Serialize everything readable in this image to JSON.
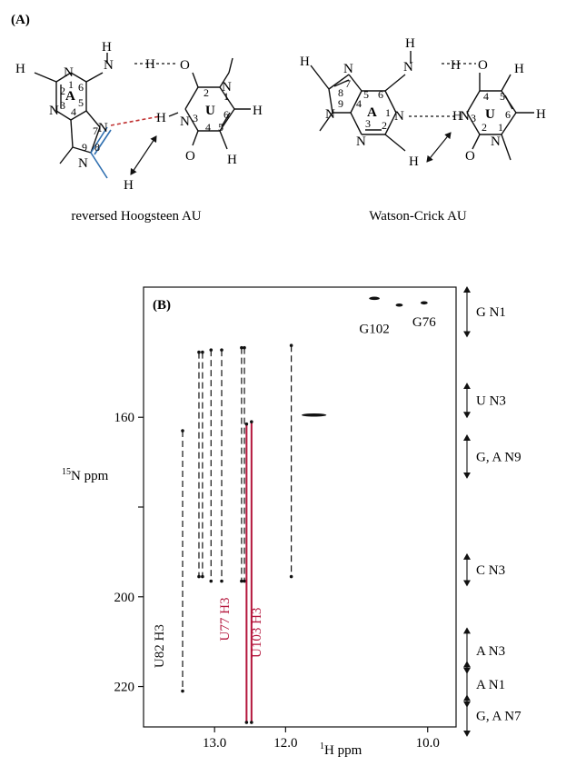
{
  "panel_a": {
    "label": "(A)",
    "left_caption": "reversed Hoogsteen AU",
    "right_caption": "Watson-Crick AU",
    "atoms": {
      "H": "H",
      "N": "N",
      "O": "O",
      "A": "A",
      "U": "U",
      "n1": "1",
      "n2": "2",
      "n3": "3",
      "n4": "4",
      "n5": "5",
      "n6": "6",
      "n7": "7",
      "n8": "8",
      "n9": "9"
    }
  },
  "chart_data": {
    "type": "scatter",
    "panel_label": "(B)",
    "xlabel_sup": "1",
    "xlabel": "H ppm",
    "ylabel_sup": "15",
    "ylabel": "N ppm",
    "xlim": [
      14.0,
      9.6
    ],
    "ylim": [
      229,
      131
    ],
    "xticks": [
      13.0,
      12.0,
      10.0
    ],
    "xtick_labels": [
      "13.0",
      "12.0",
      "10.0"
    ],
    "yticks": [
      160,
      180,
      200,
      220
    ],
    "ytick_labels": [
      "160",
      "",
      "200",
      "220"
    ],
    "peaks": [
      {
        "x": 11.6,
        "y": 159.5,
        "w": 0.35
      },
      {
        "x": 10.75,
        "y": 133.5,
        "w": 0.15
      },
      {
        "x": 10.4,
        "y": 135.0,
        "w": 0.1
      },
      {
        "x": 10.05,
        "y": 134.5,
        "w": 0.1
      }
    ],
    "connectors": [
      {
        "x": 13.45,
        "y1": 163.0,
        "y2": 221.0,
        "color": "#111111",
        "style": "dashed"
      },
      {
        "x": 13.22,
        "y1": 145.5,
        "y2": 195.5,
        "color": "#111111",
        "style": "dashed"
      },
      {
        "x": 13.17,
        "y1": 145.5,
        "y2": 195.5,
        "color": "#111111",
        "style": "dashed"
      },
      {
        "x": 13.05,
        "y1": 145.0,
        "y2": 196.5,
        "color": "#111111",
        "style": "dashed"
      },
      {
        "x": 12.9,
        "y1": 145.0,
        "y2": 196.5,
        "color": "#111111",
        "style": "dashed"
      },
      {
        "x": 12.62,
        "y1": 144.5,
        "y2": 196.5,
        "color": "#111111",
        "style": "dashed"
      },
      {
        "x": 12.58,
        "y1": 144.5,
        "y2": 196.5,
        "color": "#111111",
        "style": "dashed"
      },
      {
        "x": 11.92,
        "y1": 144.0,
        "y2": 195.5,
        "color": "#111111",
        "style": "dashed"
      },
      {
        "x": 12.55,
        "y1": 161.5,
        "y2": 228.0,
        "color": "#b4163c",
        "style": "solid"
      },
      {
        "x": 12.48,
        "y1": 161.0,
        "y2": 228.0,
        "color": "#b4163c",
        "style": "solid"
      }
    ],
    "peak_labels": [
      {
        "text": "G102",
        "x": 10.75,
        "y": 138.0
      },
      {
        "text": "G76",
        "x": 10.05,
        "y": 136.5
      }
    ],
    "vertical_labels": [
      {
        "text": "U82 H3",
        "x": 13.72,
        "y": 211.0,
        "color": "#111111"
      },
      {
        "text": "U77 H3",
        "x": 12.8,
        "y": 205.0,
        "color": "#b4163c"
      },
      {
        "text": "U103 H3",
        "x": 12.35,
        "y": 208.0,
        "color": "#b4163c"
      }
    ],
    "region_labels": [
      {
        "text": "G N1",
        "y1": 131.0,
        "y2": 142.0
      },
      {
        "text": "U N3",
        "y1": 152.5,
        "y2": 160.0
      },
      {
        "text": "G, A N9",
        "y1": 164.0,
        "y2": 173.5
      },
      {
        "text": "C N3",
        "y1": 190.5,
        "y2": 197.5
      },
      {
        "text": "A N3",
        "y1": 207.0,
        "y2": 217.0
      },
      {
        "text": "A N1",
        "y1": 214.5,
        "y2": 224.5
      },
      {
        "text": "G, A N7",
        "y1": 222.0,
        "y2": 231.0
      }
    ]
  }
}
